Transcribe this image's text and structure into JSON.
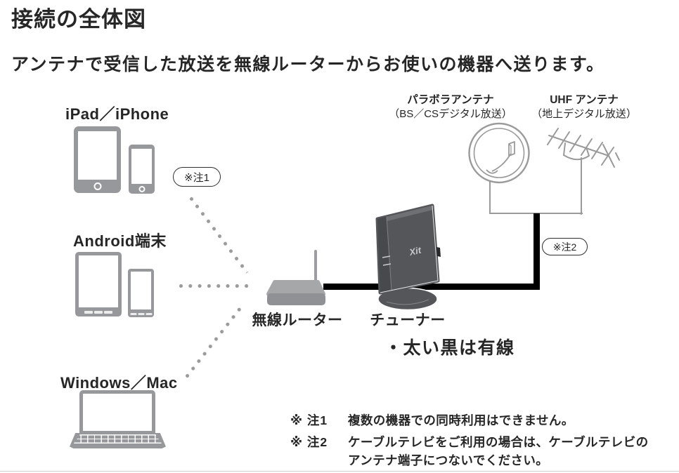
{
  "page": {
    "title": "接続の全体図",
    "subtitle": "アンテナで受信した放送を無線ルーターからお使いの機器へ送ります。"
  },
  "device_groups": {
    "ios": {
      "label": "iPad／iPhone"
    },
    "android": {
      "label": "Android端末"
    },
    "pc": {
      "label": "Windows／Mac"
    }
  },
  "hub": {
    "router_label": "無線ルーター",
    "tuner_label": "チューナー",
    "tuner_logo": "Xit"
  },
  "antennas": {
    "parabola": {
      "name": "パラボラアンテナ",
      "caption": "（BS／CSデジタル放送）"
    },
    "uhf": {
      "name": "UHF アンテナ",
      "caption": "（地上デジタル放送）"
    }
  },
  "callouts": {
    "note1": "※注1",
    "note2": "※注2"
  },
  "legend": {
    "wired_note": "・太い黒は有線"
  },
  "footnotes": {
    "note1": {
      "marker": "※ 注1",
      "text": "複数の機器での同時利用はできません。"
    },
    "note2": {
      "marker": "※ 注2",
      "line1": "ケーブルテレビをご利用の場合は、ケーブルテレビの",
      "line2": "アンテナ端子につないでください。"
    }
  },
  "icons": {
    "ios_tablet": "ipad-icon",
    "ios_phone": "iphone-icon",
    "android_tablet": "android-tablet-icon",
    "android_phone": "android-phone-icon",
    "pc": "laptop-icon",
    "router": "wireless-router-icon",
    "tuner": "tuner-icon",
    "parabola": "parabolic-antenna-icon",
    "uhf": "uhf-antenna-icon"
  },
  "colors": {
    "device_gray": "#96989b",
    "line_gray": "#9a9a9a",
    "tuner_body": "#54565a",
    "wire_black": "#000000",
    "text": "#262626"
  }
}
